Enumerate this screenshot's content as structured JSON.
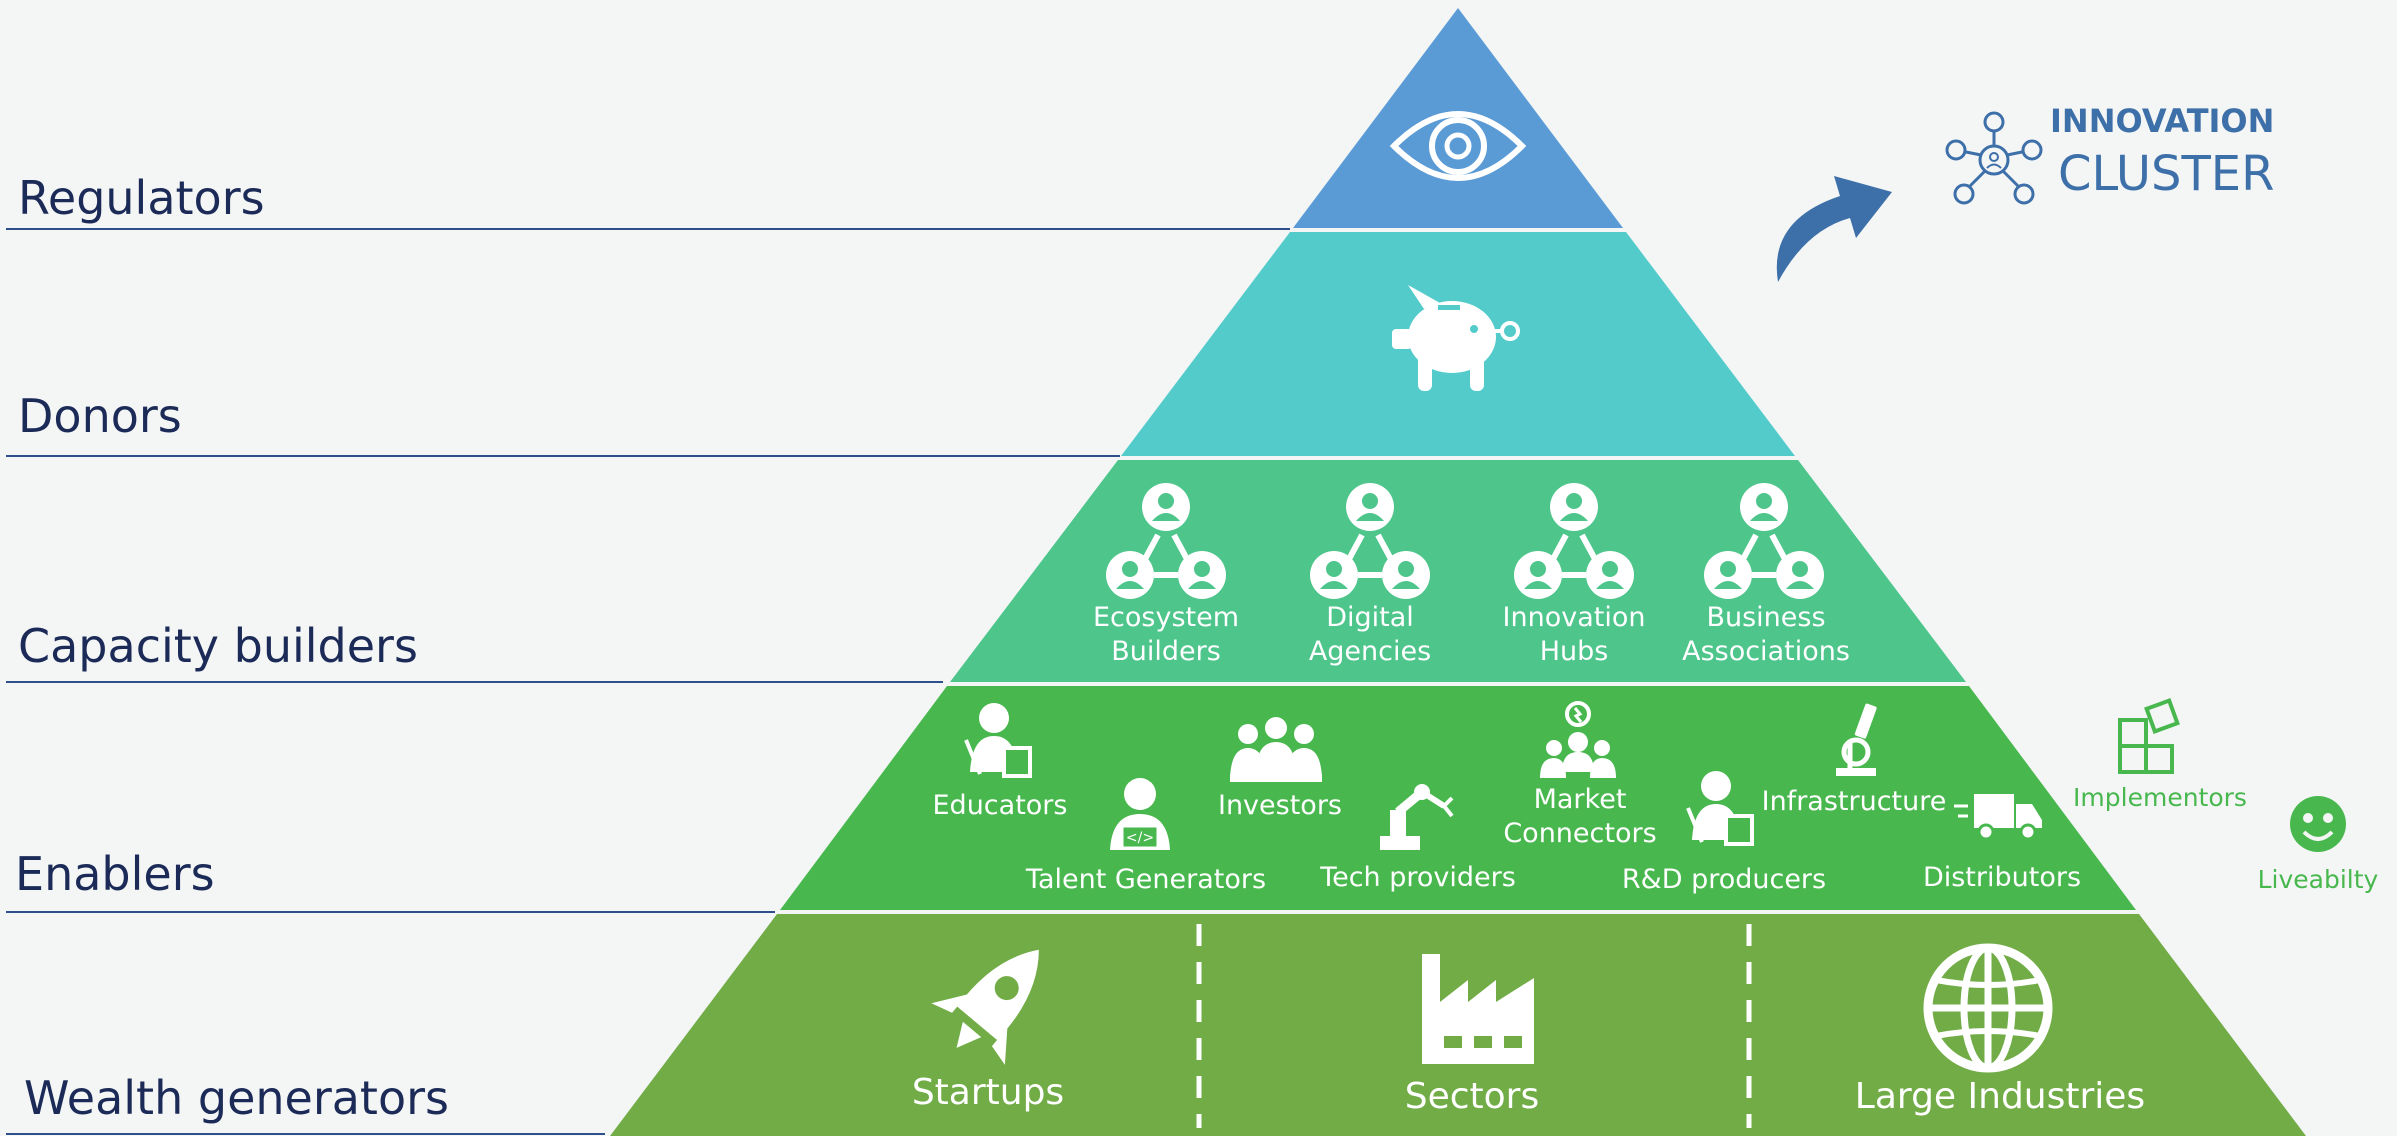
{
  "tiers": {
    "regulators": "Regulators",
    "donors": "Donors",
    "capacity_builders": "Capacity builders",
    "enablers": "Enablers",
    "wealth_generators": "Wealth generators"
  },
  "capacity": {
    "ecosystem_1": "Ecosystem",
    "ecosystem_2": "Builders",
    "digital_1": "Digital",
    "digital_2": "Agencies",
    "innovation_1": "Innovation",
    "innovation_2": "Hubs",
    "business_1": "Business",
    "business_2": "Associations"
  },
  "enablers": {
    "educators": "Educators",
    "talent": "Talent Generators",
    "investors": "Investors",
    "tech": "Tech providers",
    "market_1": "Market",
    "market_2": "Connectors",
    "rnd": "R&D producers",
    "infrastructure": "Infrastructure",
    "distributors": "Distributors"
  },
  "wealth": {
    "startups": "Startups",
    "sectors": "Sectors",
    "large": "Large Industries"
  },
  "side": {
    "innovation": "INNOVATION",
    "cluster": "CLUSTER",
    "implementors": "Implementors",
    "liveability": "Liveabilty"
  },
  "colors": {
    "tier1": "#5b9bd5",
    "tier2": "#54cbcb",
    "tier3": "#4dc58b",
    "tier4": "#48b84e",
    "tier5": "#71ac47",
    "label_text": "#1b2a57",
    "line": "#2e4f8c",
    "cluster_blue": "#3d6fa8",
    "side_green": "#48b84e"
  },
  "icons": {
    "regulators": "eye-icon",
    "donors": "piggy-bank-icon",
    "capacity": "network-people-icon",
    "cluster": "cluster-network-icon",
    "arrow": "curved-arrow-icon",
    "implementors": "puzzle-icon",
    "liveability": "smiley-icon"
  }
}
